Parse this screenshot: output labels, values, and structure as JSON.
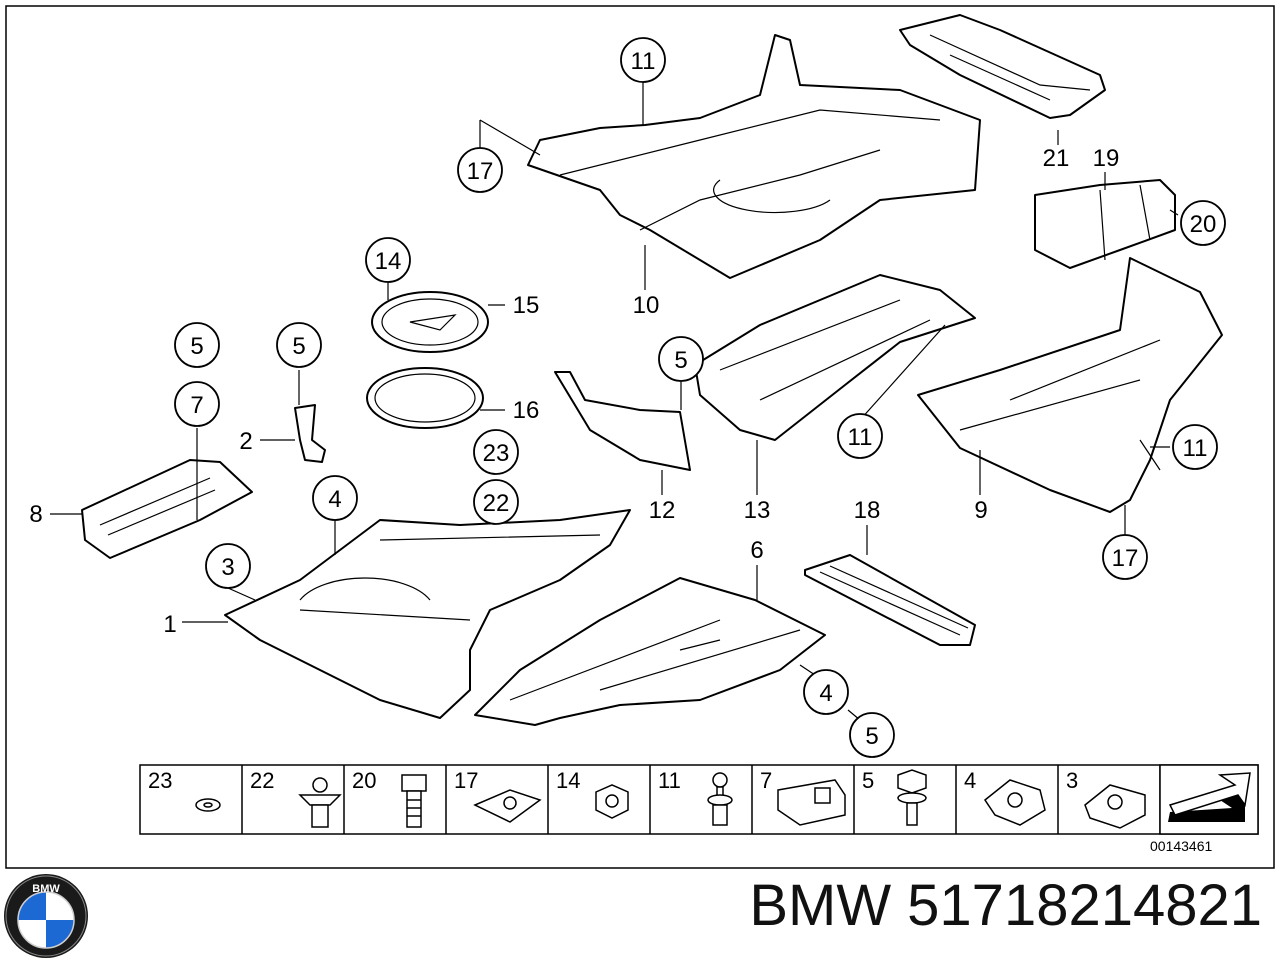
{
  "diagram": {
    "callouts": {
      "c11_top": "11",
      "c17_top": "17",
      "c21": "21",
      "c19": "19",
      "c20": "20",
      "c14": "14",
      "c15": "15",
      "c10": "10",
      "c16": "16",
      "c23": "23",
      "c22": "22",
      "c5_a": "5",
      "c7": "7",
      "c5_b": "5",
      "c2": "2",
      "c8": "8",
      "c5_c": "5",
      "c11_mid": "11",
      "c11_right": "11",
      "c12": "12",
      "c13": "13",
      "c9": "9",
      "c4_top": "4",
      "c3": "3",
      "c1": "1",
      "c6": "6",
      "c18": "18",
      "c17_right": "17",
      "c4_bottom": "4",
      "c5_bottom": "5"
    },
    "parts_strip": [
      "23",
      "22",
      "20",
      "17",
      "14",
      "11",
      "7",
      "5",
      "4",
      "3"
    ],
    "diagram_id": "00143461"
  },
  "footer": {
    "brand_title": "BMW 51718214821",
    "logo_text": "BMW"
  },
  "colors": {
    "line": "#000000",
    "logo_blue": "#1c69d4",
    "logo_ring": "#1a1a1a"
  }
}
